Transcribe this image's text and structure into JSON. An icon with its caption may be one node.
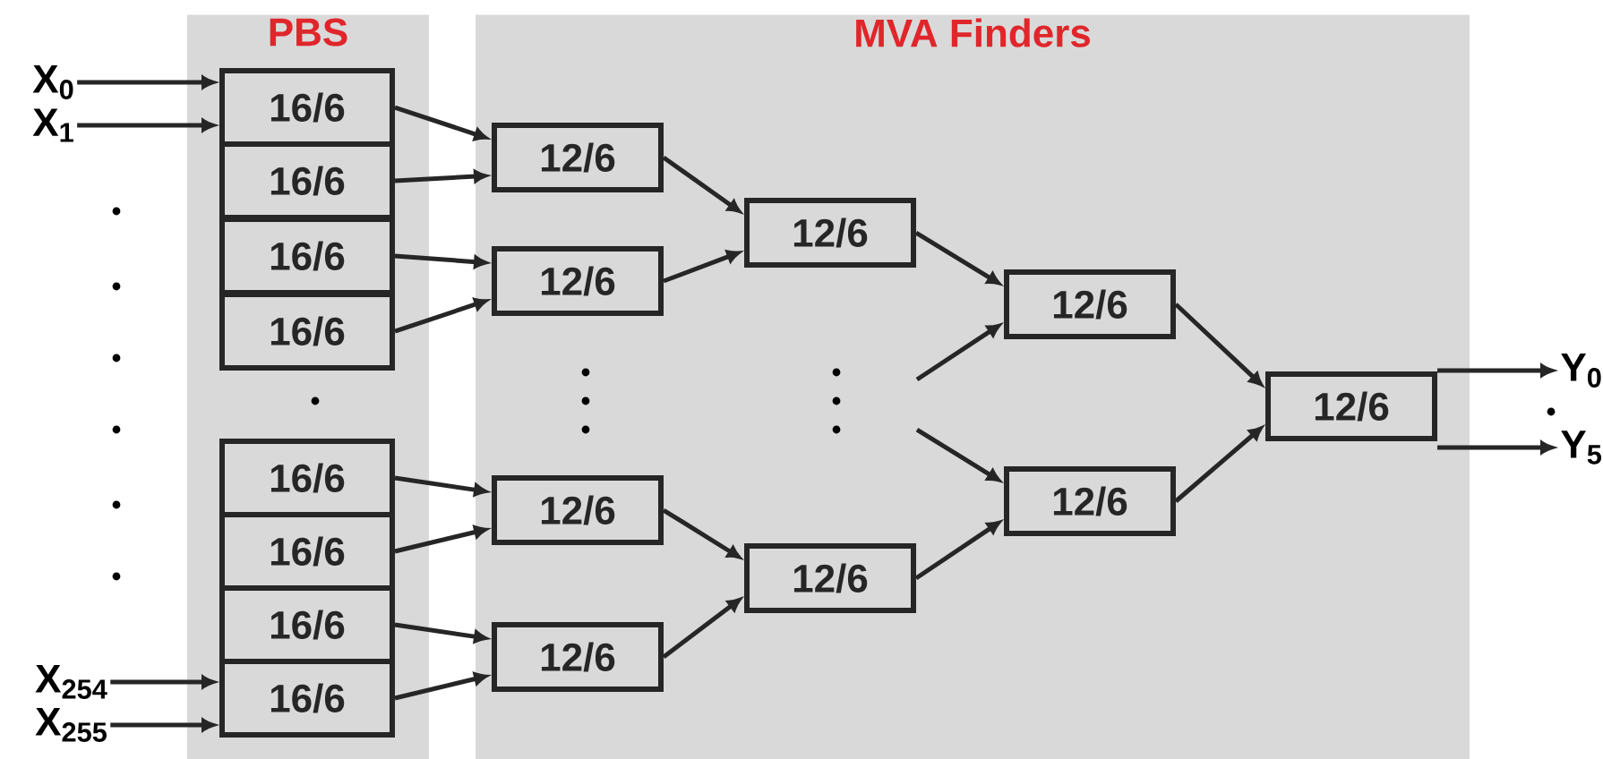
{
  "diagram": {
    "nodes": [
      {
        "text": [
          "PBS"
        ]
      },
      {
        "text": [
          "MVA Finders"
        ]
      },
      {
        "text": [
          "16/6"
        ],
        "in": 0
      },
      {
        "text": [
          "16/6"
        ],
        "in": 0
      },
      {
        "text": [
          "16/6"
        ],
        "in": 0
      },
      {
        "text": [
          "16/6"
        ],
        "in": 0
      },
      {
        "text": [
          "16/6"
        ],
        "in": 0
      },
      {
        "text": [
          "16/6"
        ],
        "in": 0
      },
      {
        "text": [
          "16/6"
        ],
        "in": 0
      },
      {
        "text": [
          "16/6"
        ],
        "in": 0
      },
      {
        "text": [
          "12/6"
        ],
        "in": 1
      },
      {
        "text": [
          "12/6"
        ],
        "in": 1
      },
      {
        "text": [
          "12/6"
        ],
        "in": 1
      },
      {
        "text": [
          "12/6"
        ],
        "in": 1
      },
      {
        "text": [
          "12/6"
        ],
        "in": 1
      },
      {
        "text": [
          "12/6"
        ],
        "in": 1
      },
      {
        "text": [
          "12/6"
        ],
        "in": 1
      },
      {
        "text": [
          "12/6"
        ],
        "in": 1
      },
      {
        "text": [
          "12/6"
        ],
        "in": 1
      },
      {
        "text": [
          "X$_{0}$"
        ]
      },
      {
        "text": [
          "X$_{1}$"
        ]
      },
      {
        "text": [
          "X$_{254}$"
        ]
      },
      {
        "text": [
          "X$_{255}$"
        ]
      },
      {
        "text": [
          "Y$_{0}$"
        ]
      },
      {
        "text": [
          "Y$_{5}$"
        ]
      }
    ],
    "edges": [
      {
        "from": 19,
        "to": 2,
        "arrow": "to"
      },
      {
        "from": 20,
        "to": 2,
        "arrow": "to"
      },
      {
        "from": 21,
        "to": 9,
        "arrow": "to"
      },
      {
        "from": 22,
        "to": 9,
        "arrow": "to"
      },
      {
        "from": 2,
        "to": 10,
        "arrow": "to"
      },
      {
        "from": 3,
        "to": 10,
        "arrow": "to"
      },
      {
        "from": 4,
        "to": 11,
        "arrow": "to"
      },
      {
        "from": 5,
        "to": 11,
        "arrow": "to"
      },
      {
        "from": 6,
        "to": 12,
        "arrow": "to"
      },
      {
        "from": 7,
        "to": 12,
        "arrow": "to"
      },
      {
        "from": 8,
        "to": 13,
        "arrow": "to"
      },
      {
        "from": 9,
        "to": 13,
        "arrow": "to"
      },
      {
        "from": 10,
        "to": 14,
        "arrow": "to"
      },
      {
        "from": 11,
        "to": 14,
        "arrow": "to"
      },
      {
        "from": 12,
        "to": 15,
        "arrow": "to"
      },
      {
        "from": 13,
        "to": 15,
        "arrow": "to"
      },
      {
        "from": 14,
        "to": 16,
        "arrow": "to"
      },
      {
        "from": null,
        "to": 16,
        "arrow": "to"
      },
      {
        "from": null,
        "to": 17,
        "arrow": "to"
      },
      {
        "from": 15,
        "to": 17,
        "arrow": "to"
      },
      {
        "from": 16,
        "to": 18,
        "arrow": "to"
      },
      {
        "from": 17,
        "to": 18,
        "arrow": "to"
      },
      {
        "from": 18,
        "to": 23,
        "arrow": "to"
      },
      {
        "from": 18,
        "to": 24,
        "arrow": "to"
      }
    ]
  }
}
